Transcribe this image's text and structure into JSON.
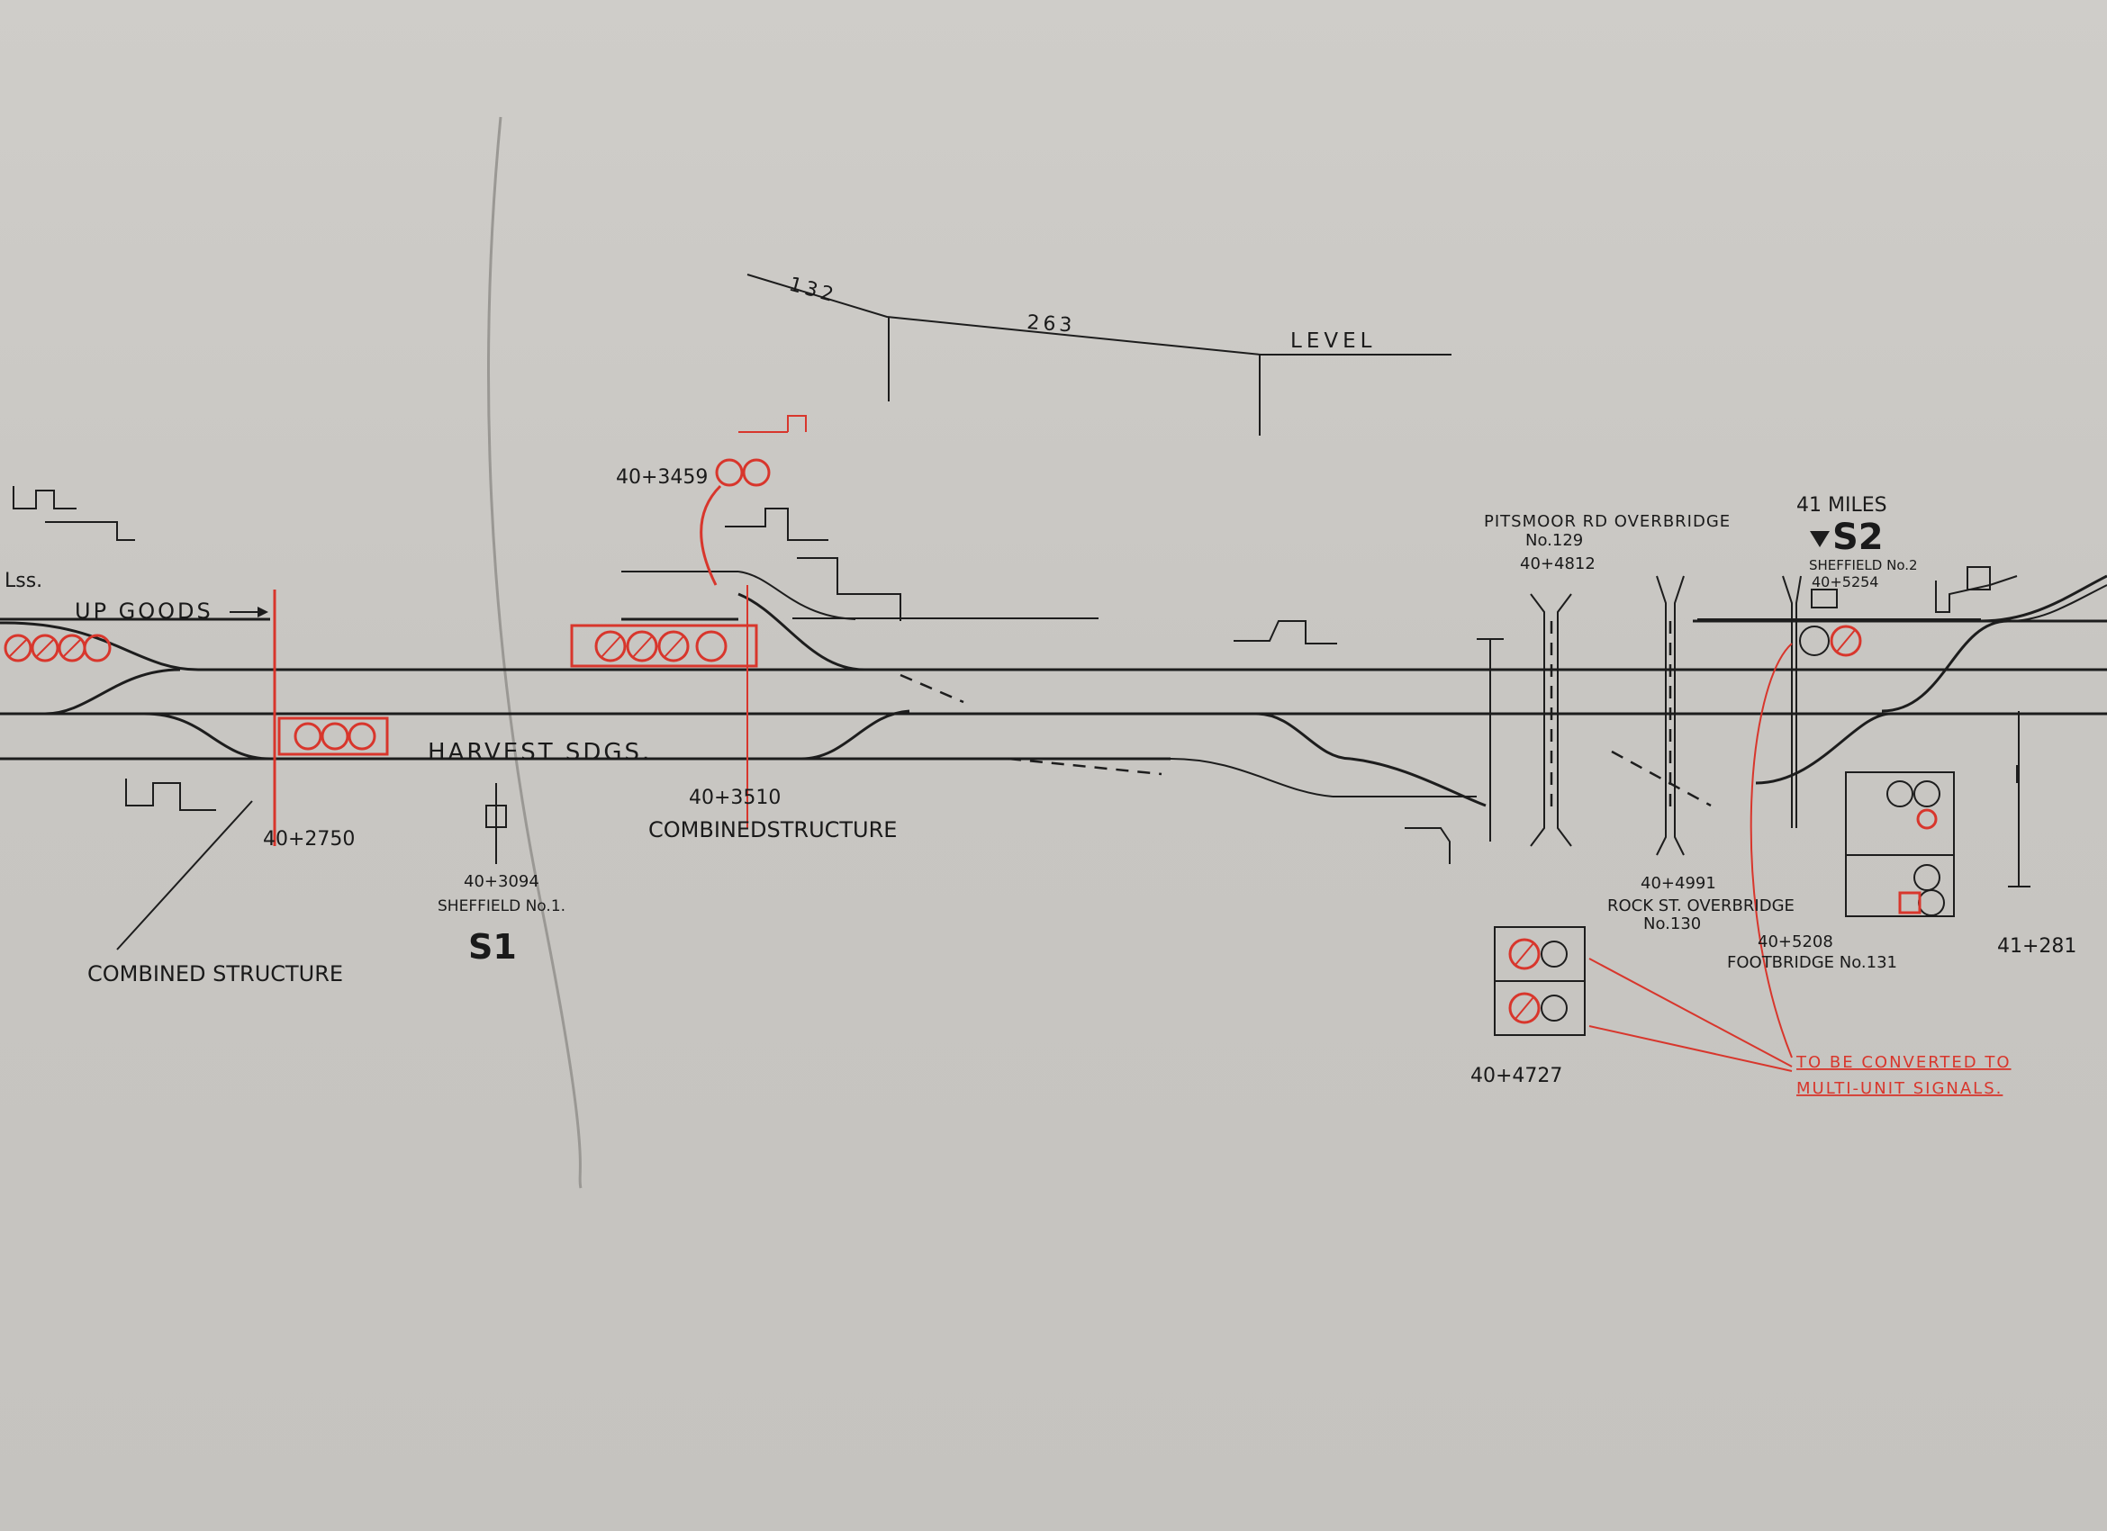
{
  "colors": {
    "paper": "#c9c7c3",
    "ink": "#1d1d1d",
    "red_ink": "#d8362c"
  },
  "gradient_profile": {
    "g1": "132",
    "g2": "263",
    "g3": "LEVEL"
  },
  "lines": {
    "up_goods": "UP GOODS",
    "harvest_sdgs": "HARVEST SDGS."
  },
  "labels": {
    "combined_structure_1": "COMBINED STRUCTURE",
    "combined_structure_2": "COMBINEDSTRUCTURE",
    "pitsmoor_1": "PITSMOOR RD OVERBRIDGE",
    "pitsmoor_2": "No.129",
    "rock_st_1": "ROCK ST. OVERBRIDGE",
    "rock_st_2": "No.130",
    "footbridge": "FOOTBRIDGE No.131",
    "miles": "41 MILES",
    "sheffield_no1": "SHEFFIELD No.1.",
    "sheffield_no2": "SHEFFIELD No.2",
    "s1": "S1",
    "s2": "S2",
    "loss": "Lss.",
    "note_1": "TO BE CONVERTED TO",
    "note_2": "MULTI-UNIT SIGNALS."
  },
  "mileages": {
    "m_2750": "40+2750",
    "m_3094": "40+3094",
    "m_3459": "40+3459",
    "m_3510": "40+3510",
    "m_4727": "40+4727",
    "m_4812": "40+4812",
    "m_4991": "40+4991",
    "m_5208": "40+5208",
    "m_5254": "40+5254",
    "m_281": "41+281"
  }
}
